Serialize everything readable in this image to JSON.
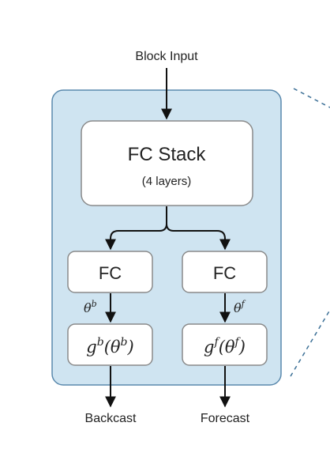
{
  "input_label": "Block Input",
  "fc_stack": {
    "title": "FC Stack",
    "subtitle": "(4 layers)"
  },
  "left_branch": {
    "fc_label": "FC",
    "param_base": "θ",
    "param_sup": "b",
    "g_base": "g",
    "g_sup": "b",
    "output_label": "Backcast"
  },
  "right_branch": {
    "fc_label": "FC",
    "param_base": "θ",
    "param_sup": "f",
    "g_base": "g",
    "g_sup": "f",
    "output_label": "Forecast"
  },
  "colors": {
    "block_fill": "#cfe4f1",
    "block_stroke": "#5a89ad",
    "box_stroke": "#8a8a8a",
    "arrow": "#111111",
    "dashed": "#3b6f96"
  }
}
